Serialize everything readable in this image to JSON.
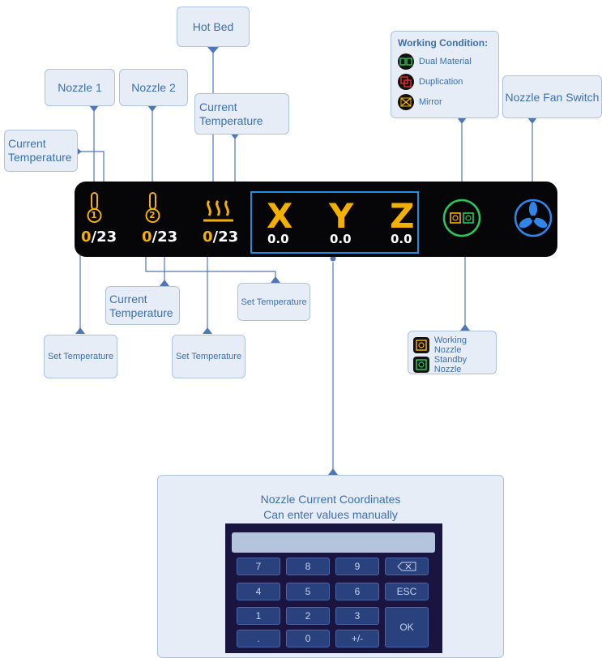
{
  "callouts": {
    "hot_bed": "Hot Bed",
    "nozzle1": "Nozzle 1",
    "nozzle2": "Nozzle 2",
    "current_temp_top": "Current\nTemperature",
    "current_temp_left": "Current\nTemperature",
    "current_temp_mid": "Current\nTemperature",
    "set_temp_right": "Set Temperature",
    "set_temp_left": "Set Temperature",
    "set_temp_mid": "Set Temperature",
    "nozzle_fan_switch": "Nozzle Fan Switch"
  },
  "working_condition": {
    "title": "Working Condition:",
    "items": [
      "Dual Material",
      "Duplication",
      "Mirror"
    ]
  },
  "nozzle_legend": {
    "items": [
      "Working Nozzle",
      "Standby Nozzle"
    ]
  },
  "status_bar": {
    "nozzle1": {
      "set": "0",
      "current": "/23",
      "badge": "1"
    },
    "nozzle2": {
      "set": "0",
      "current": "/23",
      "badge": "2"
    },
    "bed": {
      "set": "0",
      "current": "/23"
    },
    "axes": [
      {
        "label": "X",
        "value": "0.0"
      },
      {
        "label": "Y",
        "value": "0.0"
      },
      {
        "label": "Z",
        "value": "0.0"
      }
    ]
  },
  "coordinates_panel": {
    "line1": "Nozzle Current Coordinates",
    "line2": "Can enter values manually",
    "keys": [
      "7",
      "8",
      "9",
      "4",
      "5",
      "6",
      "ESC",
      "1",
      "2",
      "3",
      "OK",
      ".",
      "0",
      "+/-"
    ]
  },
  "colors": {
    "accent": "#f4b000",
    "callout_bg": "#e6edf6",
    "callout_text": "#3c6fb0",
    "connector": "#4d77b8"
  }
}
